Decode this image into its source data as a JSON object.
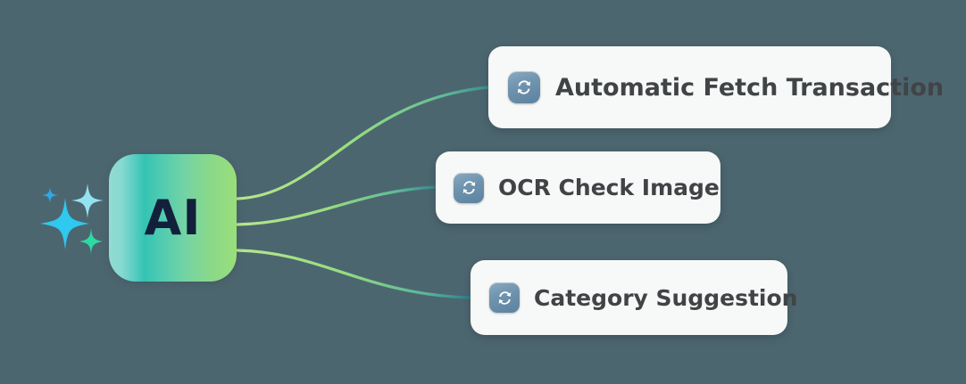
{
  "diagram": {
    "title": "AI",
    "background_color": "#4c6670",
    "center_node": {
      "label": "AI",
      "gradient_from": "#93dcd2",
      "gradient_mid": "#34c3b3",
      "gradient_to": "#9ade7a",
      "text_color": "#12203c"
    },
    "sparkles": [
      {
        "name": "sparkle-small-blue",
        "color": "#2ea8e8"
      },
      {
        "name": "sparkle-large-cyan",
        "color": "#2fc8ee"
      },
      {
        "name": "sparkle-light-cyan",
        "color": "#92e3ef"
      },
      {
        "name": "sparkle-green",
        "color": "#2fd9a2"
      }
    ],
    "connector_color_start": "#a8e285",
    "connector_color_end": "#3fa79a",
    "cards": [
      {
        "id": "automatic-fetch-transaction",
        "label": "Automatic Fetch Transaction",
        "icon": "sync-icon",
        "background": "#f7f8f8",
        "text_color": "#414446"
      },
      {
        "id": "ocr-check-image",
        "label": "OCR Check Image",
        "icon": "sync-icon",
        "background": "#f7f8f8",
        "text_color": "#414446"
      },
      {
        "id": "category-suggestion",
        "label": "Category Suggestion",
        "icon": "sync-icon",
        "background": "#f7f8f8",
        "text_color": "#414446"
      }
    ]
  }
}
